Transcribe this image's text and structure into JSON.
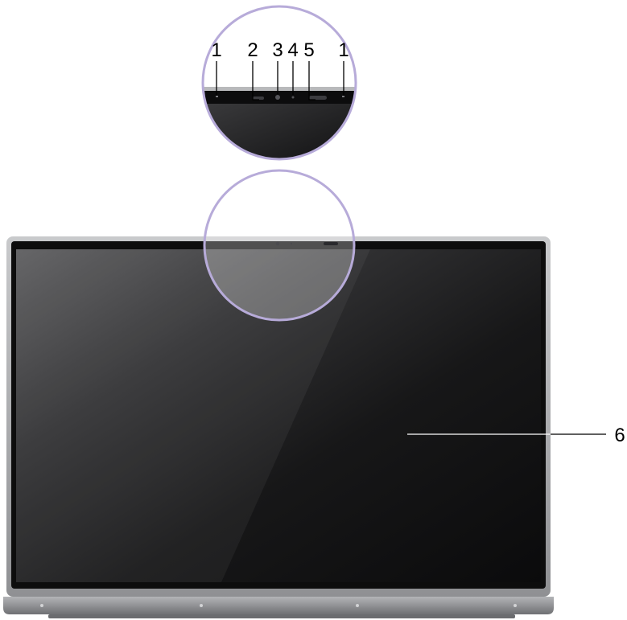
{
  "callouts": {
    "top_1_left": "1",
    "top_2": "2",
    "top_3": "3",
    "top_4": "4",
    "top_5": "5",
    "top_1_right": "1",
    "right_6": "6"
  },
  "colors": {
    "magnifier_ring": "#b7abd9",
    "bezel": "#0d0d0d",
    "frame": "#a7a8aa",
    "screen": "#111111",
    "hinge": "#8c8d90"
  }
}
